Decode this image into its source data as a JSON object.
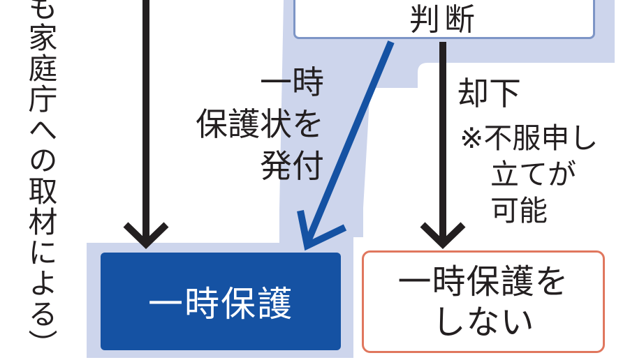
{
  "source_note": "も家庭庁への取材による）",
  "decision_label": "判断",
  "issue_label_line1": "一時",
  "issue_label_line2": "保護状を",
  "issue_label_line3": "発付",
  "reject_label": "却下",
  "appeal_note_line1": "※不服申し",
  "appeal_note_line2": "立てが",
  "appeal_note_line3": "可能",
  "protect_box": "一時保護",
  "no_protect_line1": "一時保護を",
  "no_protect_line2": "しない",
  "colors": {
    "dark_blue": "#1552a3",
    "light_blue_bg": "#cdd5ec",
    "box_border_blue": "#7d95c6",
    "orange_border": "#e0775e",
    "arrow_black": "#231f20"
  }
}
